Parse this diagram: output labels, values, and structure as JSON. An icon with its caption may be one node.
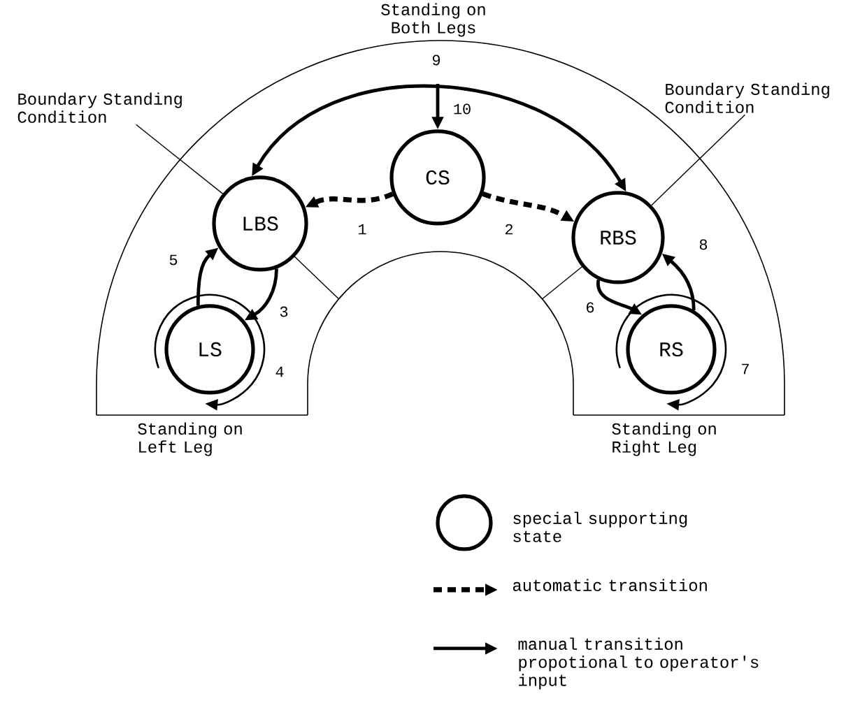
{
  "diagram": {
    "nodes": [
      {
        "text": [
          "CS"
        ]
      },
      {
        "text": [
          "LBS"
        ]
      },
      {
        "text": [
          "RBS"
        ]
      },
      {
        "text": [
          "LS"
        ]
      },
      {
        "text": [
          "RS"
        ]
      },
      {
        "text": [
          "Boundary Standing Condition"
        ]
      },
      {
        "text": [
          "Boundary Standing Condition"
        ]
      }
    ],
    "edges": [
      {
        "from": 0,
        "to": 1,
        "arrow": "to",
        "label": "1",
        "style": "dashed"
      },
      {
        "from": 0,
        "to": 2,
        "arrow": "to",
        "label": "2",
        "style": "dashed"
      },
      {
        "from": 1,
        "to": 3,
        "arrow": "to",
        "label": "3"
      },
      {
        "from": 3,
        "to": 3,
        "arrow": "to",
        "label": "4"
      },
      {
        "from": 3,
        "to": 1,
        "arrow": "to",
        "label": "5"
      },
      {
        "from": 2,
        "to": 4,
        "arrow": "to",
        "label": "6"
      },
      {
        "from": 4,
        "to": 4,
        "arrow": "to",
        "label": "7"
      },
      {
        "from": 4,
        "to": 2,
        "arrow": "to",
        "label": "8"
      },
      {
        "from": 1,
        "to": 2,
        "arrow": "both",
        "label": "9"
      },
      {
        "from": null,
        "to": 0,
        "arrow": "to",
        "label": "10"
      },
      {
        "from": 5,
        "to": 1,
        "arrow": "none"
      },
      {
        "from": 6,
        "to": 2,
        "arrow": "none"
      }
    ],
    "labels": [
      "Standing on Both Legs",
      "Standing on Left Leg",
      "Standing on Right Leg"
    ],
    "legend": [
      {
        "text": "special supporting state"
      },
      {
        "text": "automatic transition"
      },
      {
        "text": "manual transition propotional to operator's input"
      }
    ]
  }
}
